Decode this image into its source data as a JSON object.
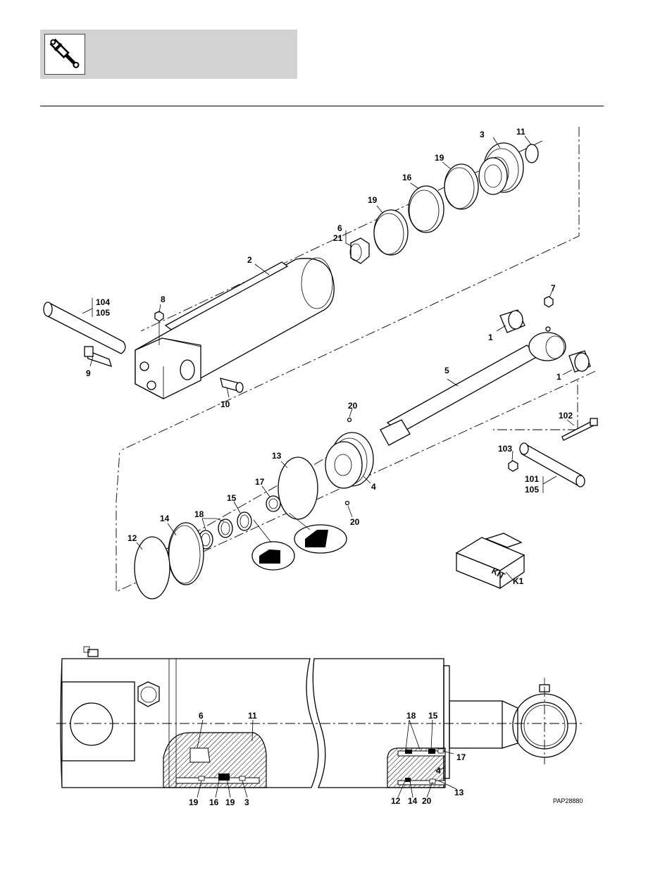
{
  "header": {
    "icon": "hydraulic-cylinder-icon"
  },
  "reference": "PAP28880",
  "exploded_callouts": [
    {
      "id": "c3",
      "text": "3"
    },
    {
      "id": "c11",
      "text": "11"
    },
    {
      "id": "c19a",
      "text": "19"
    },
    {
      "id": "c16",
      "text": "16"
    },
    {
      "id": "c19b",
      "text": "19"
    },
    {
      "id": "c6",
      "text": "6"
    },
    {
      "id": "c21",
      "text": "21"
    },
    {
      "id": "c2",
      "text": "2"
    },
    {
      "id": "c104",
      "text": "104"
    },
    {
      "id": "c105a",
      "text": "105"
    },
    {
      "id": "c8",
      "text": "8"
    },
    {
      "id": "c9",
      "text": "9"
    },
    {
      "id": "c10",
      "text": "10"
    },
    {
      "id": "c7",
      "text": "7"
    },
    {
      "id": "c1a",
      "text": "1"
    },
    {
      "id": "c1b",
      "text": "1"
    },
    {
      "id": "c5",
      "text": "5"
    },
    {
      "id": "c20a",
      "text": "20"
    },
    {
      "id": "c102",
      "text": "102"
    },
    {
      "id": "c13",
      "text": "13"
    },
    {
      "id": "c17",
      "text": "17"
    },
    {
      "id": "c4",
      "text": "4"
    },
    {
      "id": "c103",
      "text": "103"
    },
    {
      "id": "c101",
      "text": "101"
    },
    {
      "id": "c105b",
      "text": "105"
    },
    {
      "id": "c15",
      "text": "15"
    },
    {
      "id": "c18",
      "text": "18"
    },
    {
      "id": "c14",
      "text": "14"
    },
    {
      "id": "c20b",
      "text": "20"
    },
    {
      "id": "c12",
      "text": "12"
    },
    {
      "id": "ckit",
      "text": "K1"
    }
  ],
  "kit_label": "KIT",
  "section_callouts": [
    {
      "id": "s6",
      "text": "6"
    },
    {
      "id": "s11",
      "text": "11"
    },
    {
      "id": "s18",
      "text": "18"
    },
    {
      "id": "s15",
      "text": "15"
    },
    {
      "id": "s17",
      "text": "17"
    },
    {
      "id": "s4",
      "text": "4"
    },
    {
      "id": "s13",
      "text": "13"
    },
    {
      "id": "s19a",
      "text": "19"
    },
    {
      "id": "s16",
      "text": "16"
    },
    {
      "id": "s19b",
      "text": "19"
    },
    {
      "id": "s3",
      "text": "3"
    },
    {
      "id": "s12",
      "text": "12"
    },
    {
      "id": "s14",
      "text": "14"
    },
    {
      "id": "s20",
      "text": "20"
    }
  ]
}
